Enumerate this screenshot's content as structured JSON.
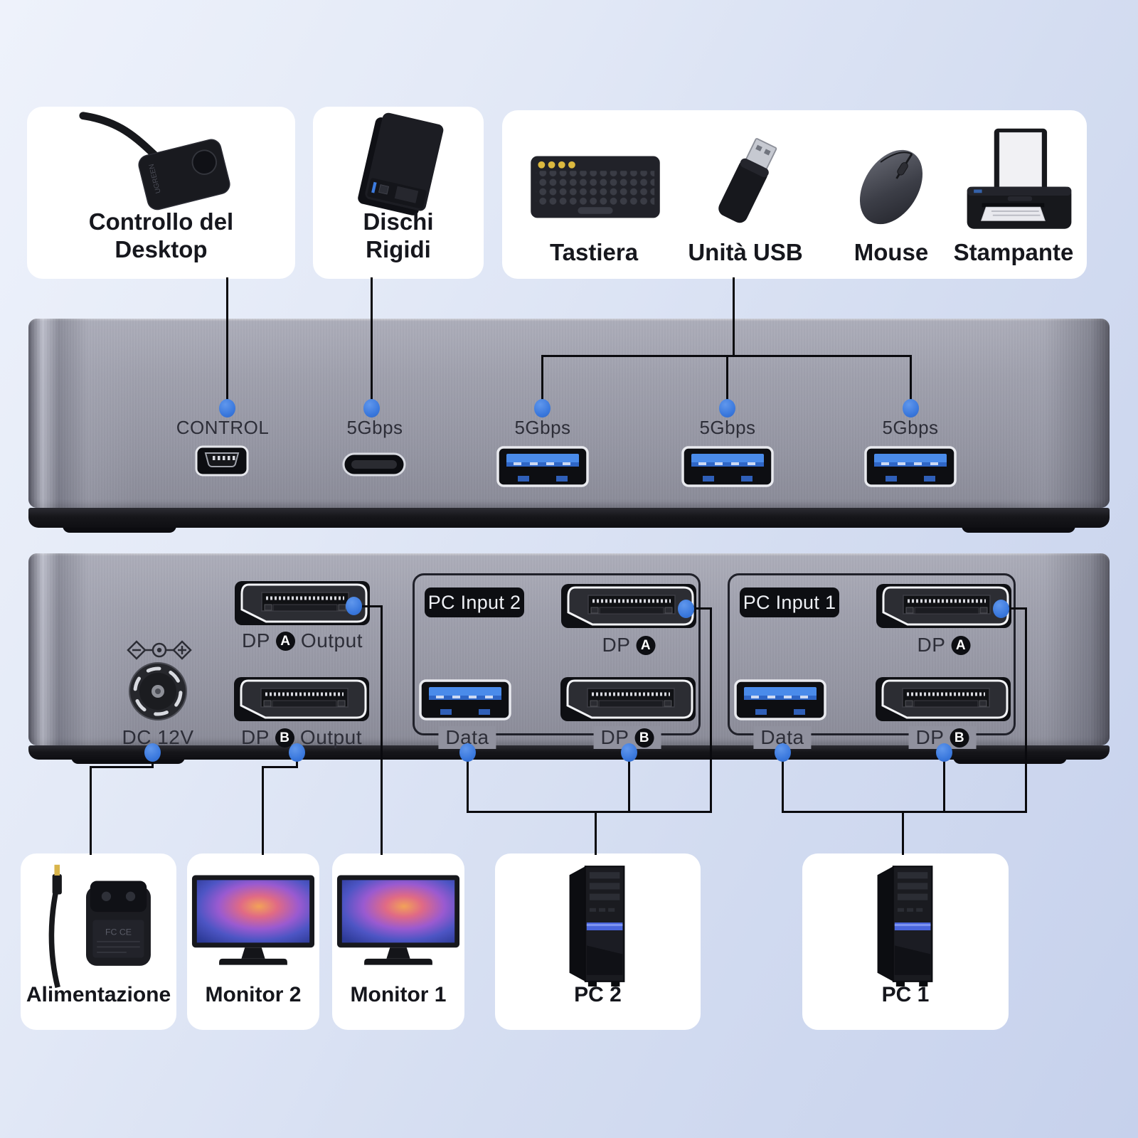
{
  "colors": {
    "accent_blue": "#3d7ce0",
    "connector_line": "#0a0a0e",
    "device_body": "#9c9daa",
    "background_top": "#eef2fb",
    "background_bottom": "#c6d1ec"
  },
  "top_boxes": {
    "controller": {
      "line1": "Controllo del",
      "line2": "Desktop",
      "brand": "UGREEN"
    },
    "drives": {
      "line1": "Dischi",
      "line2": "Rigidi"
    },
    "peripherals": {
      "items": [
        {
          "label": "Tastiera"
        },
        {
          "label": "Unità USB"
        },
        {
          "label": "Mouse"
        },
        {
          "label": "Stampante"
        }
      ]
    }
  },
  "front_panel": {
    "ports": [
      {
        "label": "CONTROL",
        "type": "mini-usb"
      },
      {
        "label": "5Gbps",
        "type": "usb-c"
      },
      {
        "label": "5Gbps",
        "type": "usb-a"
      },
      {
        "label": "5Gbps",
        "type": "usb-a"
      },
      {
        "label": "5Gbps",
        "type": "usb-a"
      }
    ]
  },
  "back_panel": {
    "power_label": "DC 12V",
    "outputs": [
      {
        "prefix": "DP",
        "badge": "A",
        "suffix": "Output"
      },
      {
        "prefix": "DP",
        "badge": "B",
        "suffix": "Output"
      }
    ],
    "groups": [
      {
        "title": "PC Input 2",
        "dp_a_prefix": "DP",
        "dp_a_badge": "A",
        "data_label": "Data",
        "dp_b_prefix": "DP",
        "dp_b_badge": "B"
      },
      {
        "title": "PC Input 1",
        "dp_a_prefix": "DP",
        "dp_a_badge": "A",
        "data_label": "Data",
        "dp_b_prefix": "DP",
        "dp_b_badge": "B"
      }
    ]
  },
  "bottom_boxes": [
    {
      "label": "Alimentazione",
      "marks": "FC CE"
    },
    {
      "label": "Monitor 2"
    },
    {
      "label": "Monitor 1"
    },
    {
      "label": "PC 2"
    },
    {
      "label": "PC 1"
    }
  ]
}
